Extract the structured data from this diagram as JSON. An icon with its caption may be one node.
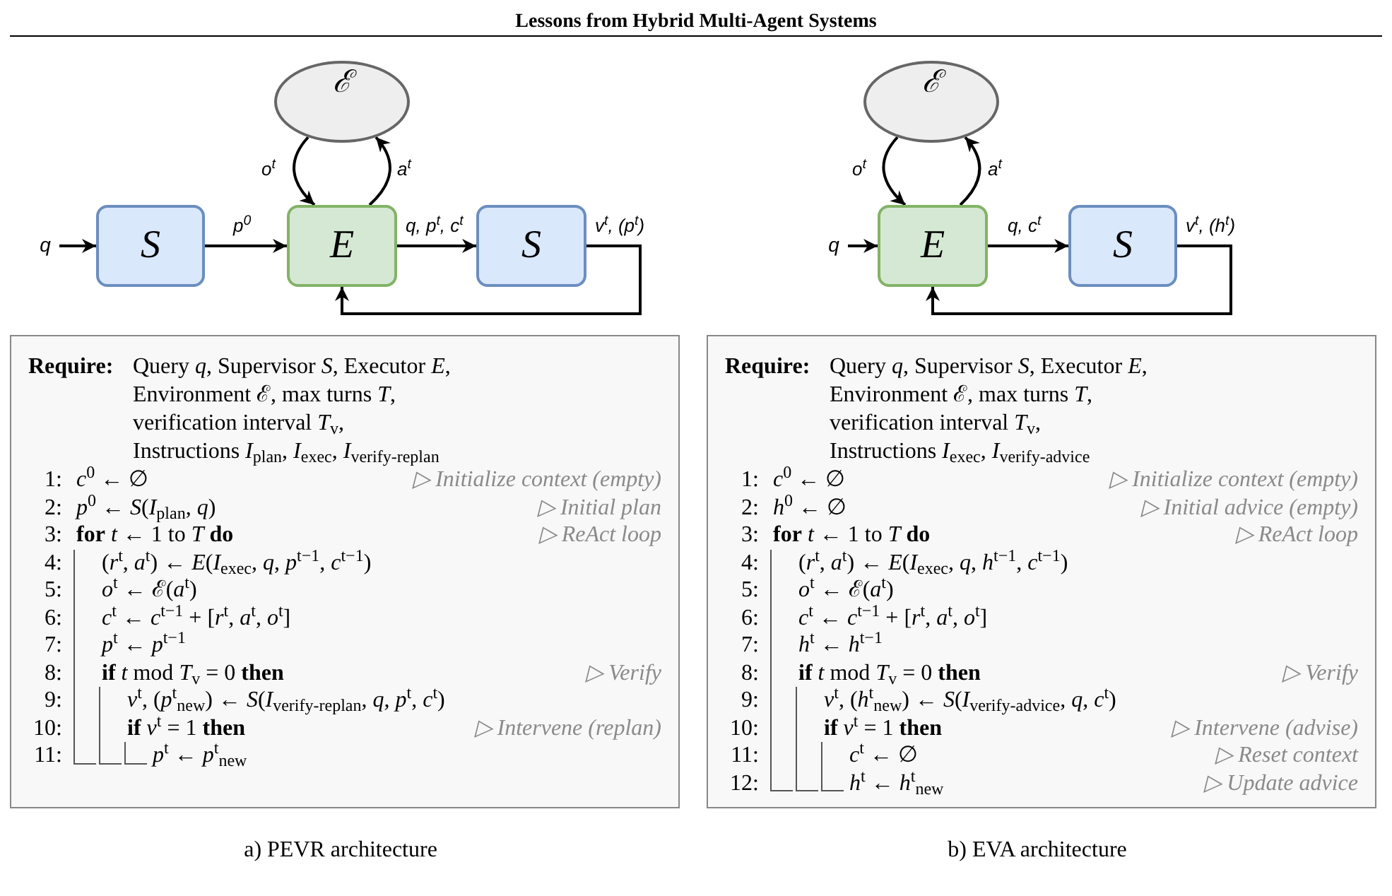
{
  "diagram": {
    "title": "Lessons from Hybrid Multi-Agent Systems",
    "nodes": [
      {
        "text": [
          "ℰ"
        ]
      },
      {
        "text": [
          "q"
        ]
      },
      {
        "text": [
          "S"
        ]
      },
      {
        "text": [
          "E"
        ]
      },
      {
        "text": [
          "S"
        ]
      },
      {
        "text": [
          "ℰ"
        ]
      },
      {
        "text": [
          "q"
        ]
      },
      {
        "text": [
          "E"
        ]
      },
      {
        "text": [
          "S"
        ]
      },
      {
        "text": [
          "Require:",
          "Query *q*, Supervisor *S*, Executor *E*, Environment ℰ, max turns *T*, verification interval *T*$_{v}$, Instructions *I*$_{plan}$, *I*$_{exec}$, *I*$_{verify-replan}$",
          "1:",
          "*c*$^{0}$ ← ∅",
          "▷ Initialize context (empty)",
          "2:",
          "*p*$^{0}$ ← *S*(*I*$_{plan}$, *q*)",
          "▷ Initial plan",
          "3:",
          "**for** *t* ← 1 to *T* **do**",
          "▷ ReAct loop",
          "4:",
          "(*r*$^{t}$, *a*$^{t}$) ← *E*(*I*$_{exec}$, *q*, *p*$^{t−1}$, *c*$^{t−1}$)",
          "5:",
          "*o*$^{t}$ ← ℰ(*a*$^{t}$)",
          "6:",
          "*c*$^{t}$ ← *c*$^{t−1}$ + [*r*$^{t}$, *a*$^{t}$, *o*$^{t}$]",
          "7:",
          "*p*$^{t}$ ← *p*$^{t−1}$",
          "8:",
          "**if** *t* mod *T*$_{v}$ = 0 **then**",
          "▷ Verify",
          "9:",
          "*v*$^{t}$, (*p*$^{t}$$_{new}$) ← *S*(*I*$_{verify-replan}$, *q*, *p*$^{t}$, *c*$^{t}$)",
          "10:",
          "**if** *v*$^{t}$ = 1 **then**",
          "▷ Intervene (replan)",
          "11:",
          "*p*$^{t}$ ← *p*$^{t}$$_{new}$"
        ]
      },
      {
        "text": [
          "Require:",
          "Query *q*, Supervisor *S*, Executor *E*, Environment ℰ, max turns *T*, verification interval *T*$_{v}$, Instructions *I*$_{exec}$, *I*$_{verify-advice}$",
          "1:",
          "*c*$^{0}$ ← ∅",
          "▷ Initialize context (empty)",
          "2:",
          "*h*$^{0}$ ← ∅",
          "▷ Initial advice (empty)",
          "3:",
          "**for** *t* ← 1 to *T* **do**",
          "▷ ReAct loop",
          "4:",
          "(*r*$^{t}$, *a*$^{t}$) ← *E*(*I*$_{exec}$, *q*, *h*$^{t−1}$, *c*$^{t−1}$)",
          "5:",
          "*o*$^{t}$ ← ℰ(*a*$^{t}$)",
          "6:",
          "*c*$^{t}$ ← *c*$^{t−1}$ + [*r*$^{t}$, *a*$^{t}$, *o*$^{t}$]",
          "7:",
          "*h*$^{t}$ ← *h*$^{t−1}$",
          "8:",
          "**if** *t* mod *T*$_{v}$ = 0 **then**",
          "▷ Verify",
          "9:",
          "*v*$^{t}$, (*h*$^{t}$$_{new}$) ← *S*(*I*$_{verify-advice}$, *q*, *c*$^{t}$)",
          "10:",
          "**if** *v*$^{t}$ = 1 **then**",
          "▷ Intervene (advise)",
          "11:",
          "*c*$^{t}$ ← ∅",
          "▷ Reset context",
          "12:",
          "*h*$^{t}$ ← *h*$^{t}$$_{new}$",
          "▷ Update advice"
        ]
      }
    ],
    "edges": [
      {
        "from": 1,
        "to": 2,
        "arrow": "to"
      },
      {
        "from": 2,
        "to": 3,
        "arrow": "to",
        "label": "p$^{0}$"
      },
      {
        "from": 3,
        "to": 0,
        "arrow": "to",
        "label": "a$^{t}$"
      },
      {
        "from": 0,
        "to": 3,
        "arrow": "to",
        "label": "o$^{t}$"
      },
      {
        "from": 3,
        "to": 4,
        "arrow": "to",
        "label": "q, p$^{t}$, c$^{t}$"
      },
      {
        "from": 4,
        "to": 3,
        "arrow": "to",
        "label": "v$^{t}$, (p$^{t}$)"
      },
      {
        "from": 6,
        "to": 7,
        "arrow": "to"
      },
      {
        "from": 7,
        "to": 5,
        "arrow": "to",
        "label": "a$^{t}$"
      },
      {
        "from": 5,
        "to": 7,
        "arrow": "to",
        "label": "o$^{t}$"
      },
      {
        "from": 7,
        "to": 8,
        "arrow": "to",
        "label": "q, c$^{t}$"
      },
      {
        "from": 8,
        "to": 7,
        "arrow": "to",
        "label": "v$^{t}$, (h$^{t}$)"
      }
    ],
    "labels": [
      "a) PEVR architecture",
      "b) EVA architecture"
    ]
  }
}
